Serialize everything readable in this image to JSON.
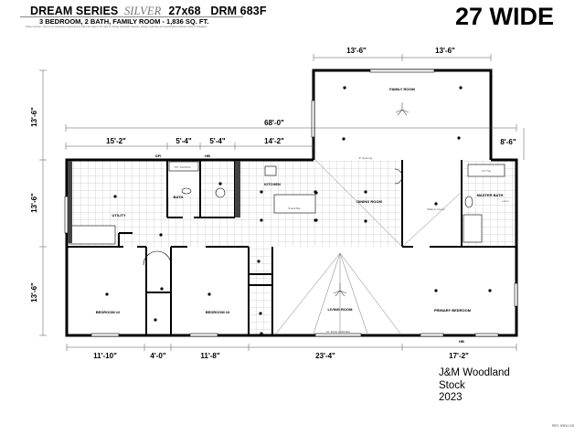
{
  "header": {
    "series": "DREAM SERIES",
    "series_style": "SILVER",
    "size": "27x68",
    "model": "DRM 683F",
    "subtitle": "3 BEDROOM, 2 BATH, FAMILY ROOM - 1,836 SQ. FT.",
    "disclaimer": "Dream Homes - Due to our continuous improvement effort we reserve the right to change standards features, pricing, materials and specifications without notice or obligation.",
    "width_label": "27 WIDE"
  },
  "dimensions": {
    "overall_length": "68'-0\"",
    "family_left": "13'-6\"",
    "family_right": "13'-6\"",
    "left_top": "13'-6\"",
    "left_mid": "13'-6\"",
    "left_bottom": "13'-6\"",
    "top_segments": [
      "15'-2\"",
      "5'-4\"",
      "5'-4\"",
      "14'-2\""
    ],
    "right_offset": "8'-6\"",
    "bottom_segments": [
      "11'-10\"",
      "4'-0\"",
      "11'-8\"",
      "23'-4\"",
      "17'-2\""
    ]
  },
  "rooms": {
    "family": "FAMILY ROOM",
    "kitchen": "KITCHEN",
    "dining": "DINING ROOM",
    "utility": "UTILITY",
    "bath": "BATH",
    "master_bath": "MASTER BATH",
    "bedroom2": "BEDROOM #2",
    "bedroom3": "BEDROOM #3",
    "living": "LIVING ROOM",
    "primary": "PRIMARY BEDROOM",
    "walkin": "Walk-In Closet"
  },
  "annotations": {
    "gfi": "GFI",
    "hb": "HB",
    "hb2": "HB",
    "snack_bar": "Snack Bar",
    "tub": "60\" Tub/Shwr",
    "master_tub": "72\" Tub",
    "opening": "8' Opening",
    "corner": "Pf. 400D CORNER",
    "linen": "Linen"
  },
  "dealer": {
    "line1": "J&M Woodland",
    "line2": "Stock",
    "line3": "2023"
  },
  "revision": "REV. 9/9/11 DS"
}
